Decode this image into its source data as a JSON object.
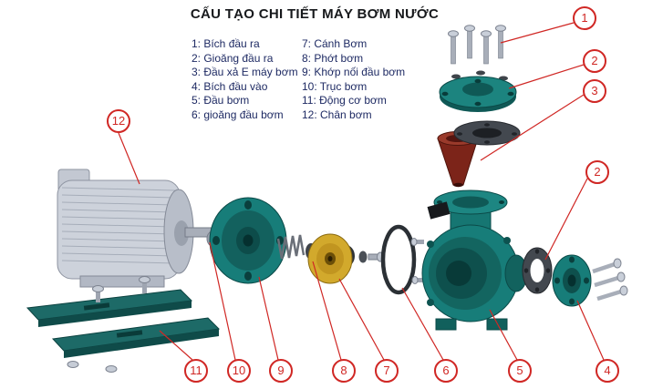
{
  "title": "CẤU TẠO CHI TIẾT MÁY BƠM NƯỚC",
  "legend": {
    "column1": [
      "1: Bích đầu ra",
      "2: Gioăng đầu ra",
      "3: Đầu xả E máy bơm",
      "4: Bích đầu vào",
      "5: Đầu bơm",
      "6: gioăng đầu bơm"
    ],
    "column2": [
      "7: Cánh Bơm",
      "8:  Phớt bơm",
      "9: Khớp nối đầu bơm",
      "10: Trục bơm",
      "11: Động cơ bơm",
      "12: Chân bơm"
    ]
  },
  "callouts": {
    "c12": "12",
    "c1": "1",
    "c2a": "2",
    "c3": "3",
    "c2b": "2",
    "c4": "4",
    "c5": "5",
    "c6": "6",
    "c7": "7",
    "c8": "8",
    "c9": "9",
    "c10": "10",
    "c11": "11"
  },
  "colors": {
    "accent-red": "#d02724",
    "teal": "#177d79",
    "navy-text": "#1e2a63"
  }
}
